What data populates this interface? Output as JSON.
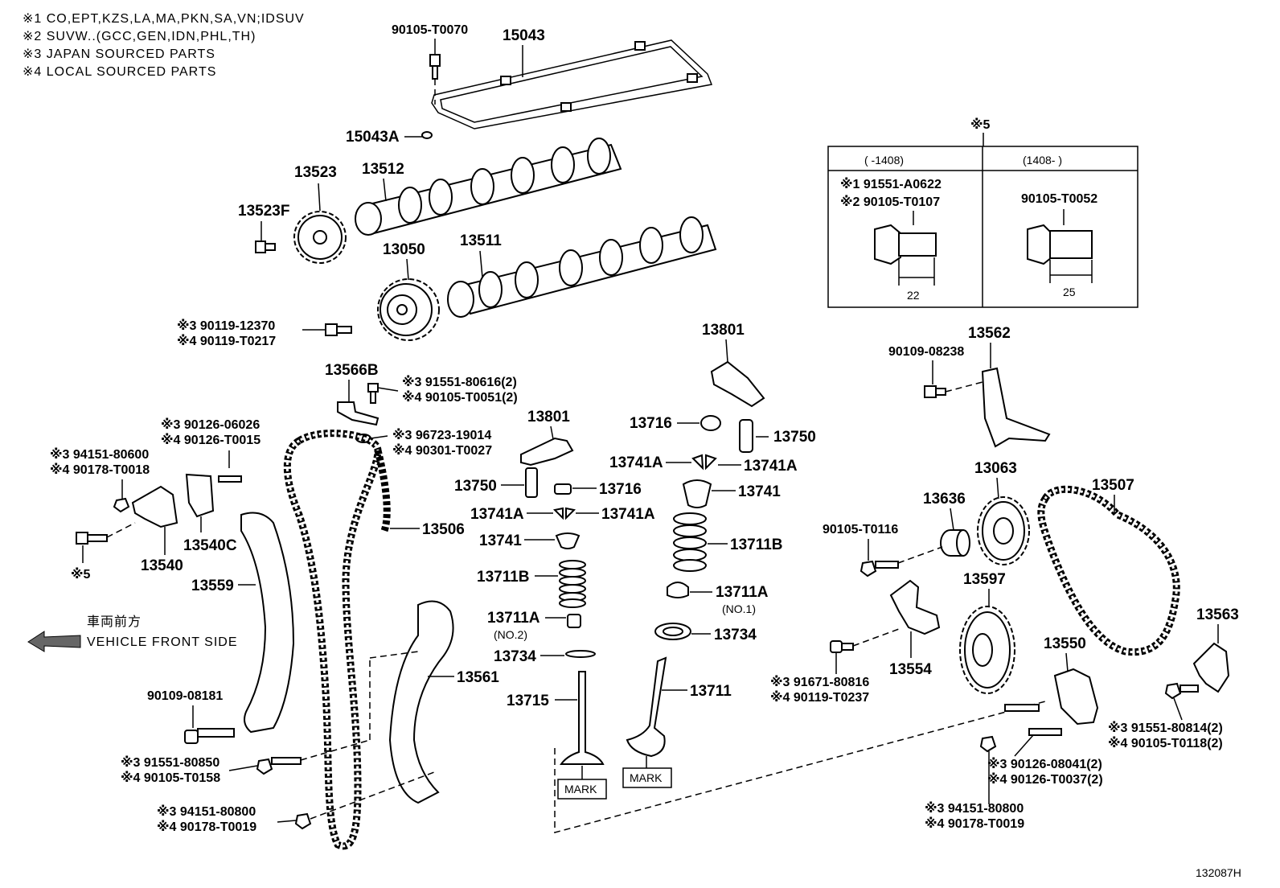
{
  "notes": [
    "※1 CO,EPT,KZS,LA,MA,PKN,SA,VN;IDSUV",
    "※2 SUVW..(GCC,GEN,IDN,PHL,TH)",
    "※3 JAPAN SOURCED PARTS",
    "※4 LOCAL SOURCED PARTS"
  ],
  "diagram_id": "132087H",
  "direction": {
    "jp": "車両前方",
    "en": "VEHICLE FRONT SIDE"
  },
  "inset": {
    "mark": "※5",
    "col1_header": "(      -1408)",
    "col2_header": "(1408-      )",
    "col1_line1": "※1 91551-A0622",
    "col1_line2": "※2 90105-T0107",
    "col2_line1": "90105-T0052",
    "dim1": "22",
    "dim2": "25"
  },
  "labels": {
    "p90105_T0070": "90105-T0070",
    "p15043": "15043",
    "p15043A": "15043A",
    "p13523": "13523",
    "p13512": "13512",
    "p13523F": "13523F",
    "p13050": "13050",
    "p13511": "13511",
    "p90119_a": "※3 90119-12370",
    "p90119_b": "※4 90119-T0217",
    "p13801a": "13801",
    "p13801b": "13801",
    "p13562": "13562",
    "p90109_08238": "90109-08238",
    "p13566B": "13566B",
    "p91551_80616": "※3 91551-80616(2)",
    "p90105_T0051": "※4 90105-T0051(2)",
    "p96723": "※3 96723-19014",
    "p90301": "※4 90301-T0027",
    "p90126_06026": "※3 90126-06026",
    "p90126_T0015": "※4 90126-T0015",
    "p94151_80600": "※3 94151-80600",
    "p90178_T0018": "※4 90178-T0018",
    "p13716a": "13716",
    "p13750a": "13750",
    "p13741Aa": "13741A",
    "p13741Ab": "13741A",
    "p13750b": "13750",
    "p13716b": "13716",
    "p13741a": "13741",
    "p13741Ac": "13741A",
    "p13741Ad": "13741A",
    "p13741b": "13741",
    "p13711Ba": "13711B",
    "p13711Bb": "13711B",
    "p13711Aa": "13711A",
    "p13711Aa_sub": "(NO.1)",
    "p13711Ab": "13711A",
    "p13711Ab_sub": "(NO.2)",
    "p13734a": "13734",
    "p13734b": "13734",
    "p13715": "13715",
    "p13711": "13711",
    "mark1": "MARK",
    "mark2": "MARK",
    "p13506": "13506",
    "p13540": "13540",
    "p13540C": "13540C",
    "p13559": "13559",
    "s5": "※5",
    "p13561": "13561",
    "p90109_08181": "90109-08181",
    "p91551_80850": "※3 91551-80850",
    "p90105_T0158": "※4 90105-T0158",
    "p94151_80800a": "※3 94151-80800",
    "p90178_T0019a": "※4 90178-T0019",
    "p13063": "13063",
    "p13636": "13636",
    "p13507": "13507",
    "p90105_T0116": "90105-T0116",
    "p13597": "13597",
    "p13554": "13554",
    "p91671": "※3 91671-80816",
    "p90119_T0237": "※4 90119-T0237",
    "p13550": "13550",
    "p13563": "13563",
    "p91551_80814": "※3 91551-80814(2)",
    "p90105_T0118": "※4 90105-T0118(2)",
    "p90126_08041": "※3 90126-08041(2)",
    "p90126_T0037": "※4 90126-T0037(2)",
    "p94151_80800b": "※3 94151-80800",
    "p90178_T0019b": "※4 90178-T0019"
  }
}
